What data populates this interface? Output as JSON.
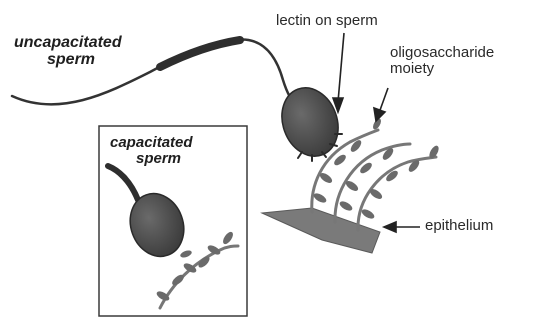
{
  "labels": {
    "uncapacitated_line1": "uncapacitated",
    "uncapacitated_line2": "sperm",
    "lectin": "lectin on sperm",
    "oligo_line1": "oligosaccharide",
    "oligo_line2": "moiety",
    "capacitated_line1": "capacitated",
    "capacitated_line2": "sperm",
    "epithelium": "epithelium"
  },
  "colors": {
    "sperm_head": "#4a4a4a",
    "tail": "#333333",
    "leaf": "#6a6a6a",
    "stem": "#777777",
    "epithelium": "#7a7a7a",
    "text": "#222222"
  }
}
